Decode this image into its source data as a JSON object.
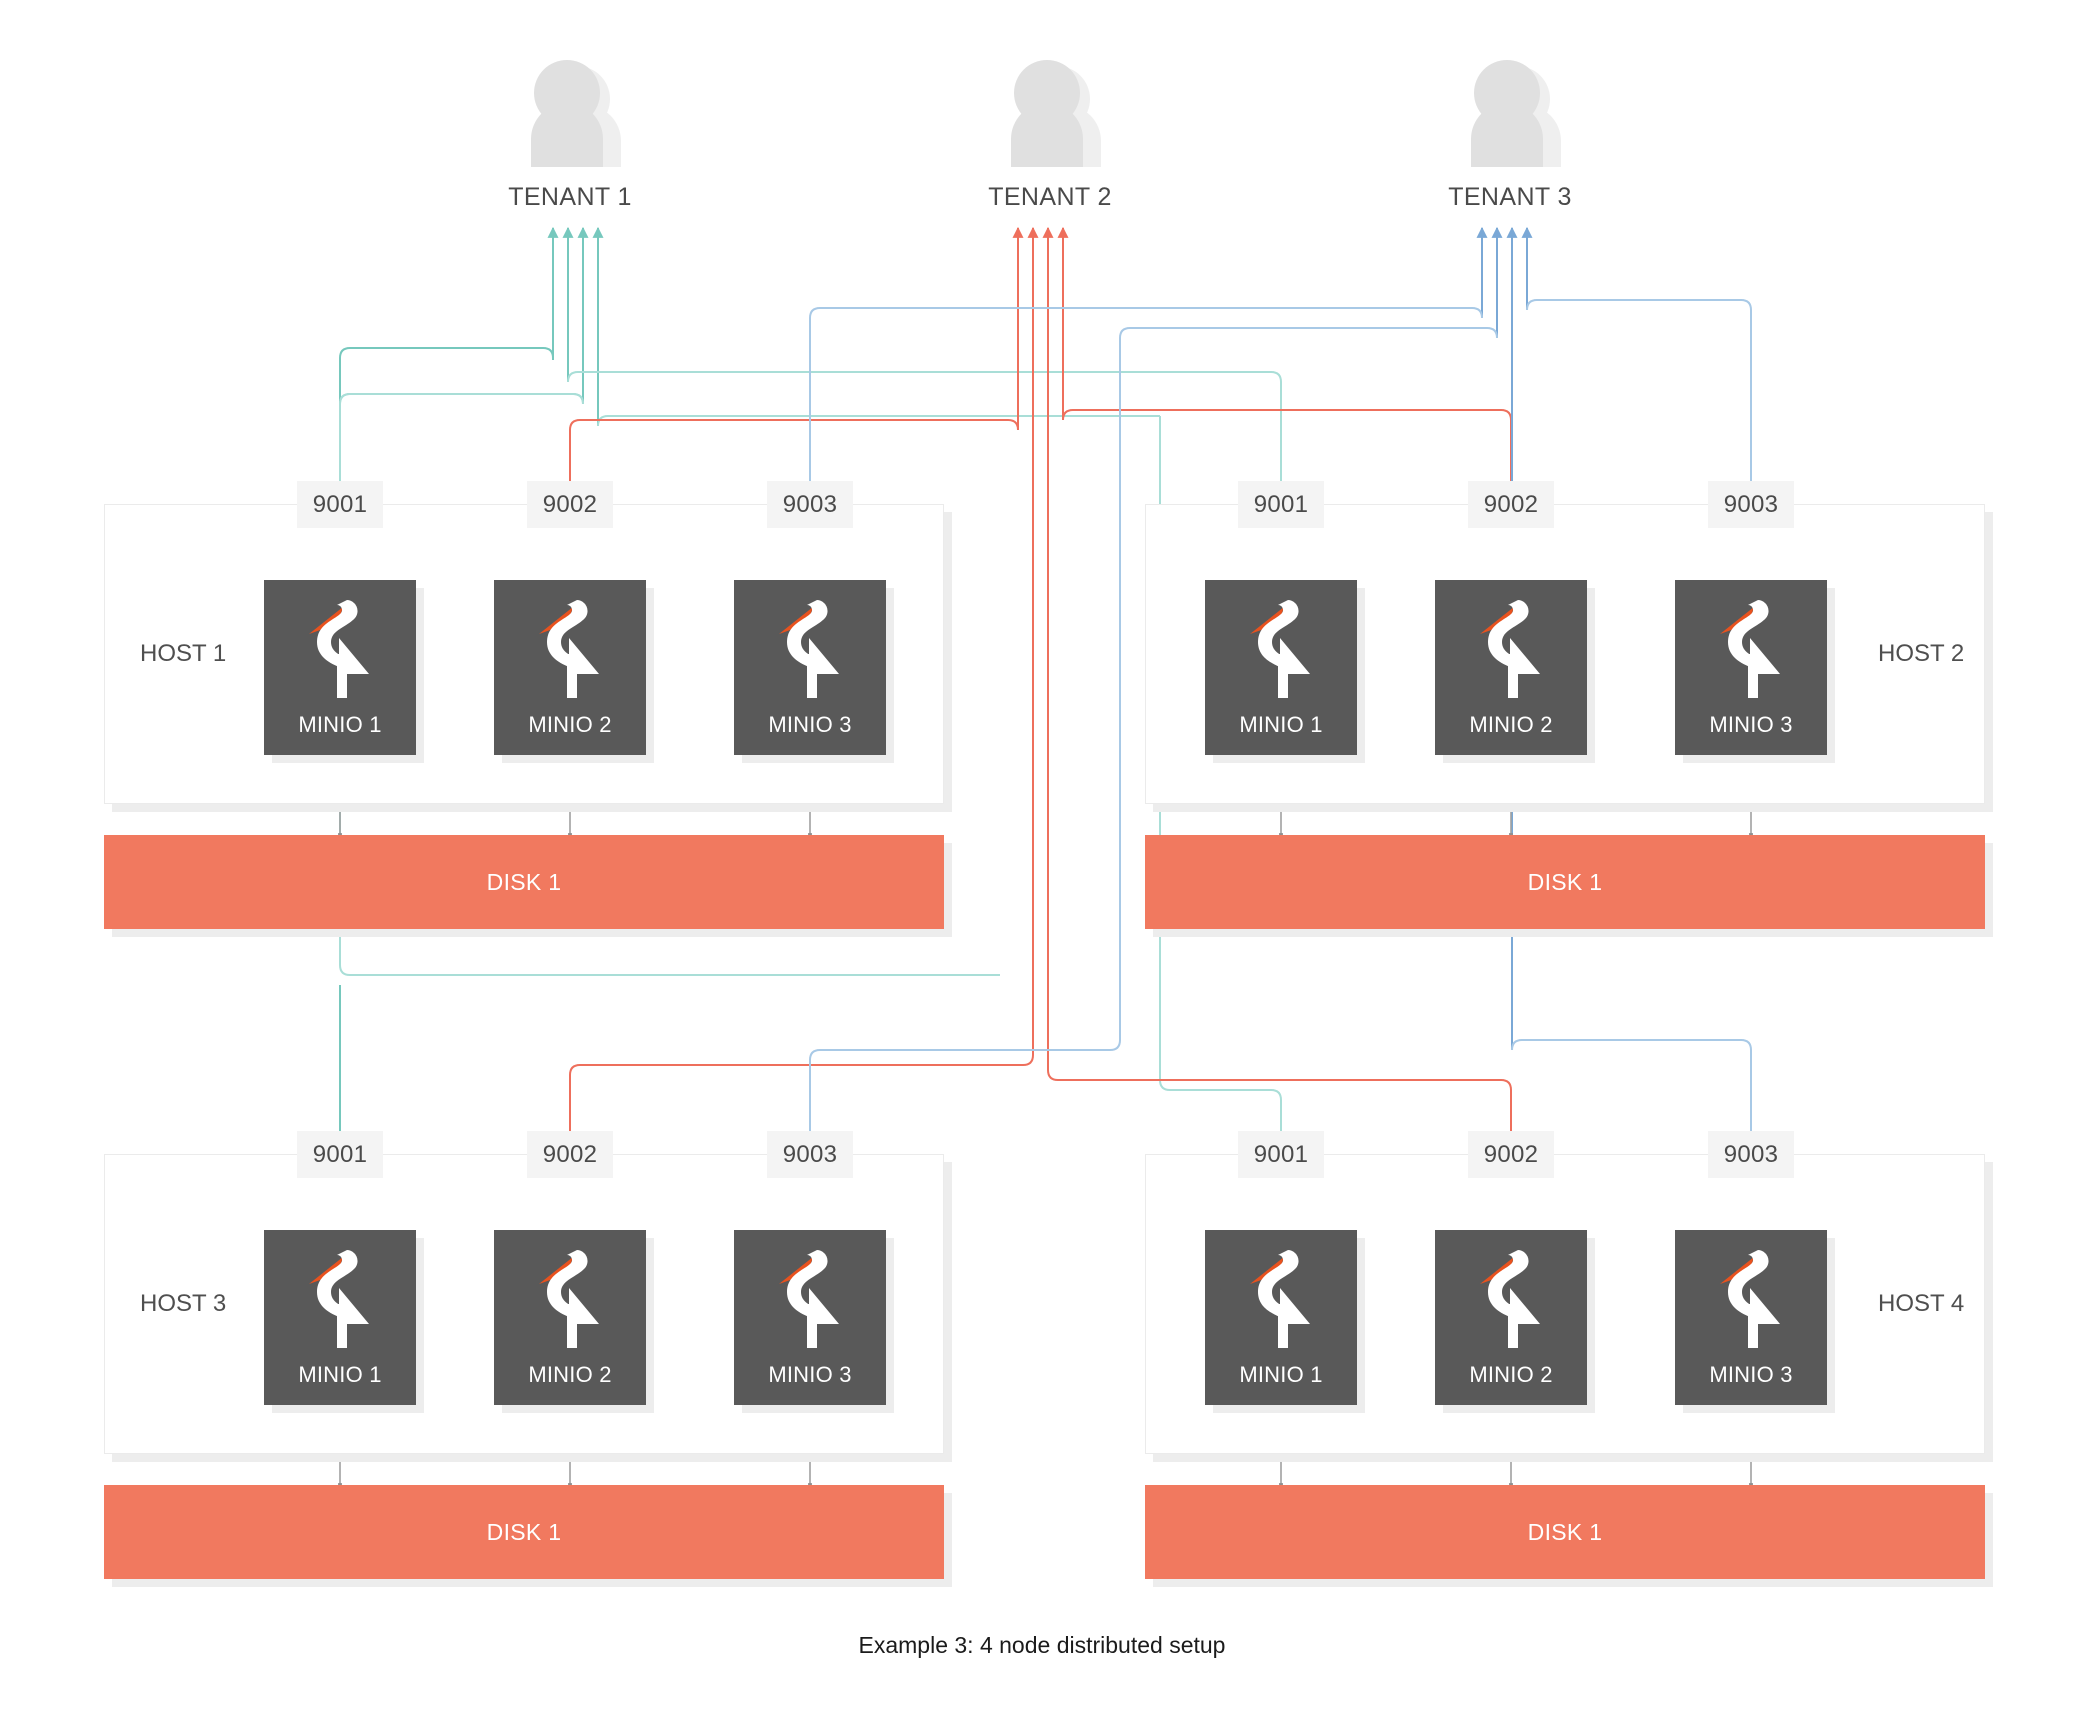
{
  "diagram": {
    "caption": "Example 3: 4 node distributed setup",
    "colors": {
      "tenant1": "#76c8bd",
      "tenant2": "#ee6f5c",
      "tenant3": "#7aa8d6",
      "disk": "#f1795f",
      "node": "#595959",
      "port_chip": "#f4f4f4",
      "host_border": "#ebebeb",
      "shadow": "#ededed",
      "beak": "#e8521e",
      "text": "#4a4a4a"
    }
  },
  "tenants": [
    {
      "label": "TENANT 1",
      "icon": "user-avatar-icon",
      "color": "#76c8bd"
    },
    {
      "label": "TENANT 2",
      "icon": "user-avatar-icon",
      "color": "#ee6f5c"
    },
    {
      "label": "TENANT 3",
      "icon": "user-avatar-icon",
      "color": "#7aa8d6"
    }
  ],
  "hosts": [
    {
      "label": "HOST 1",
      "label_side": "left",
      "disk": "DISK 1",
      "ports": [
        "9001",
        "9002",
        "9003"
      ],
      "nodes": [
        "MINIO 1",
        "MINIO 2",
        "MINIO 3"
      ]
    },
    {
      "label": "HOST 2",
      "label_side": "right",
      "disk": "DISK 1",
      "ports": [
        "9001",
        "9002",
        "9003"
      ],
      "nodes": [
        "MINIO 1",
        "MINIO 2",
        "MINIO 3"
      ]
    },
    {
      "label": "HOST 3",
      "label_side": "left",
      "disk": "DISK 1",
      "ports": [
        "9001",
        "9002",
        "9003"
      ],
      "nodes": [
        "MINIO 1",
        "MINIO 2",
        "MINIO 3"
      ]
    },
    {
      "label": "HOST 4",
      "label_side": "right",
      "disk": "DISK 1",
      "ports": [
        "9001",
        "9002",
        "9003"
      ],
      "nodes": [
        "MINIO 1",
        "MINIO 2",
        "MINIO 3"
      ]
    }
  ]
}
